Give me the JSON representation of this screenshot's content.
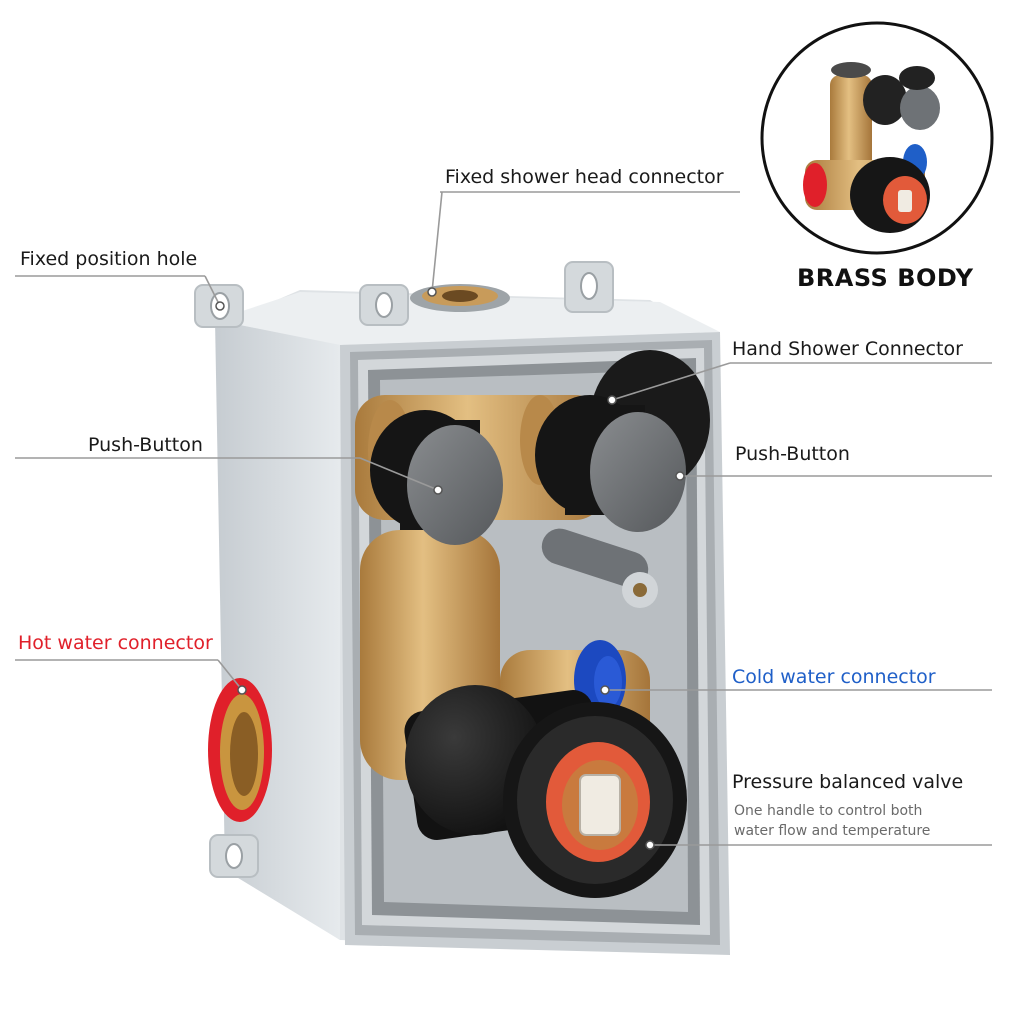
{
  "labels": {
    "fixed_shower_head": "Fixed shower head connector",
    "fixed_position_hole": "Fixed position hole",
    "hand_shower": "Hand Shower Connector",
    "push_button_left": "Push-Button",
    "push_button_right": "Push-Button",
    "hot_water": "Hot water connector",
    "cold_water": "Cold water connector",
    "pressure_valve": "Pressure balanced valve",
    "pressure_valve_desc_1": "One handle to control both",
    "pressure_valve_desc_2": "water flow and temperature"
  },
  "inset": {
    "title": "BRASS BODY"
  },
  "colors": {
    "hot": "#e0202a",
    "cold": "#1f5fc8",
    "brass": "#c9a063",
    "box": "#d9dee2"
  }
}
